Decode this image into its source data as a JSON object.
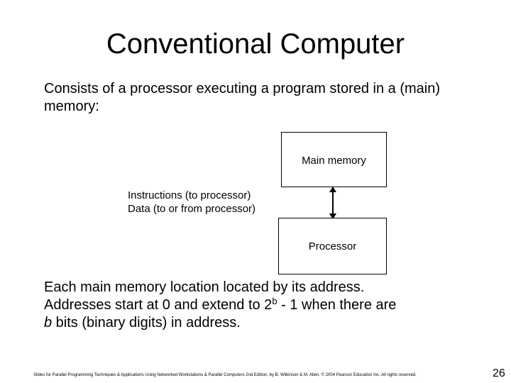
{
  "slide": {
    "title": "Conventional Computer",
    "intro": "Consists of a processor executing a program stored in a (main) memory:"
  },
  "diagram": {
    "memory_label": "Main memory",
    "processor_label": "Processor",
    "flow_line1": "Instructions (to processor)",
    "flow_line2": "Data (to or from processor)"
  },
  "body": {
    "line1": "Each main memory location located by its address.",
    "line2_before": "Addresses start at 0 and extend to 2",
    "line2_sup": "b",
    "line2_after": " - 1 when there are",
    "line3_italic": "b",
    "line3_rest": " bits (binary digits) in address."
  },
  "footer": {
    "credit": "Slides for Parallel Programming Techniques & Applications Using Networked Workstations & Parallel Computers 2nd Edition, by B. Wilkinson & M. Allen, © 2004 Pearson Education Inc. All rights reserved.",
    "page_number": "26"
  }
}
